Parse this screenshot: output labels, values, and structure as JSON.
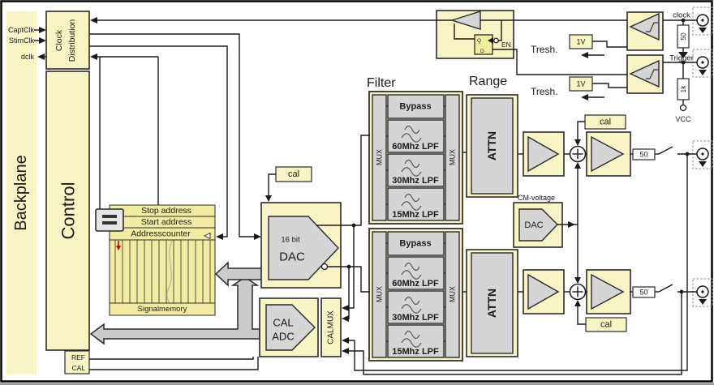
{
  "labels": {
    "backplane": "Backplane",
    "control": "Control",
    "clock_dist_1": "Clock",
    "clock_dist_2": "Distribution",
    "captclk": "CaptClk",
    "stimclk": "StimClk",
    "dclk": "dclk",
    "ref": "REF",
    "cal": "CAL",
    "stop_address": "Stop address",
    "start_address": "Start address",
    "addresscounter": "Addresscounter",
    "signalmemory": "Signalmemory",
    "dac_bits": "16 bit",
    "dac": "DAC",
    "cal_small": "cal",
    "cal_adc_1": "CAL",
    "cal_adc_2": "ADC",
    "calmux": "CALMUX",
    "filter_heading": "Filter",
    "range_heading": "Range",
    "mux": "MUX",
    "attn": "ATTN",
    "bypass": "Bypass",
    "lpf60": "60Mhz LPF",
    "lpf30": "30Mhz LPF",
    "lpf15": "15Mhz LPF",
    "cm_voltage": "CM-voltage",
    "r50": "50",
    "r1k": "1k",
    "vcc": "VCC",
    "clock": "clock",
    "trigger": "Trigger",
    "tresh": "Tresh.",
    "v1": "1V",
    "q": "Q",
    "d": "D",
    "en": "EN"
  },
  "colors": {
    "panel_yellow": "#f9f4c5",
    "row_yellow": "#f2eca2",
    "block_gray": "#d5d5d5",
    "bus_gray": "#cbcbcb",
    "wire": "#1a1a1a",
    "marker_red": "#cc0000"
  }
}
